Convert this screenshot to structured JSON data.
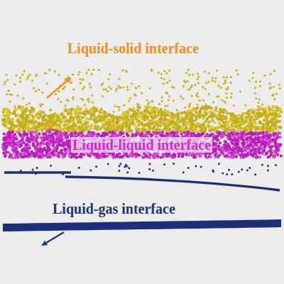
{
  "diagram": {
    "labels": [
      "Liquid-solid interface",
      "Liquid-liquid interface",
      "Liquid-gas interface"
    ]
  }
}
